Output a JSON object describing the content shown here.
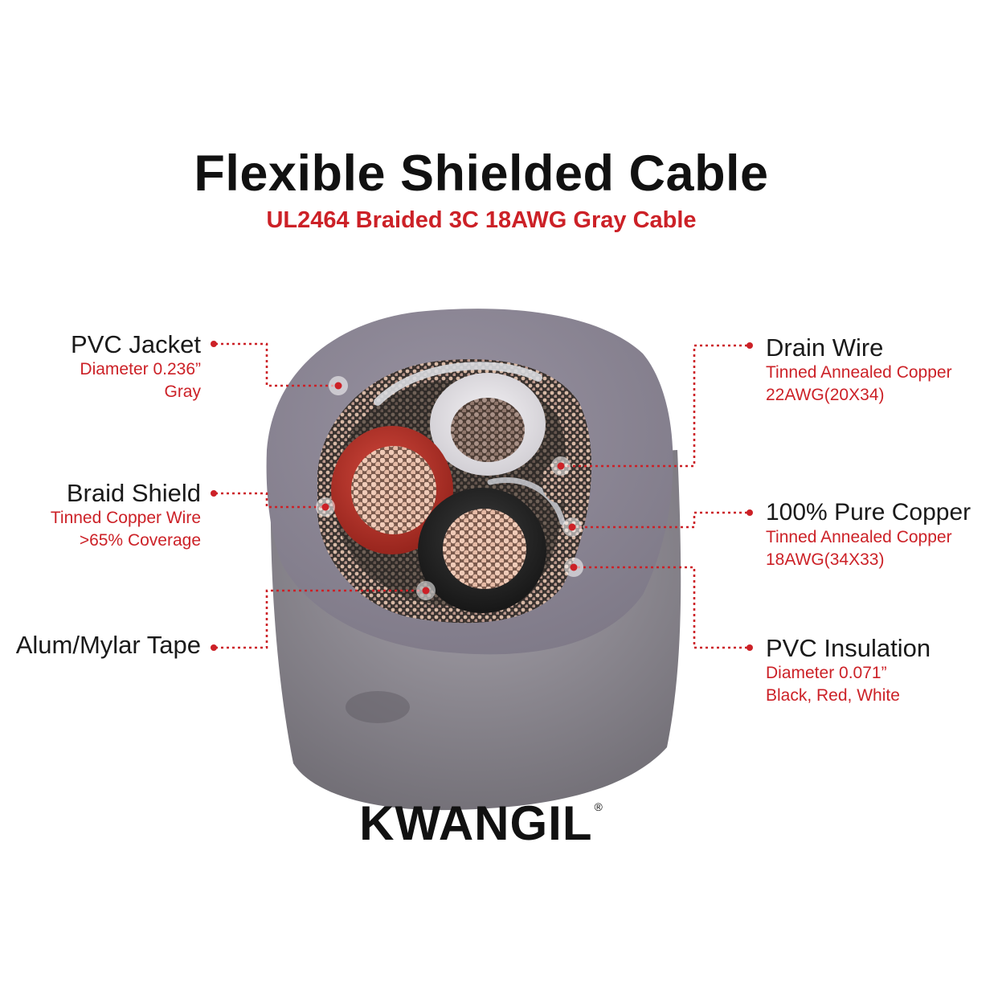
{
  "title": "Flexible Shielded Cable",
  "subtitle": "UL2464 Braided 3C 18AWG Gray Cable",
  "brand": {
    "name": "KWANGIL",
    "mark": "®"
  },
  "colors": {
    "accent": "#cc2127",
    "jacket": "#8d8895",
    "text": "#1a1a1a"
  },
  "labels": {
    "pvc_jacket": {
      "name": "PVC Jacket",
      "line1": "Diameter 0.236”",
      "line2": "Gray"
    },
    "braid_shield": {
      "name": "Braid Shield",
      "line1": "Tinned Copper Wire",
      "line2": ">65% Coverage"
    },
    "mylar_tape": {
      "name": "Alum/Mylar Tape"
    },
    "drain_wire": {
      "name": "Drain Wire",
      "line1": "Tinned Annealed Copper",
      "line2": "22AWG(20X34)"
    },
    "pure_copper": {
      "name": "100% Pure Copper",
      "line1": "Tinned Annealed Copper",
      "line2": "18AWG(34X33)"
    },
    "pvc_insulation": {
      "name": "PVC Insulation",
      "line1": "Diameter 0.071”",
      "line2": "Black, Red, White"
    }
  }
}
